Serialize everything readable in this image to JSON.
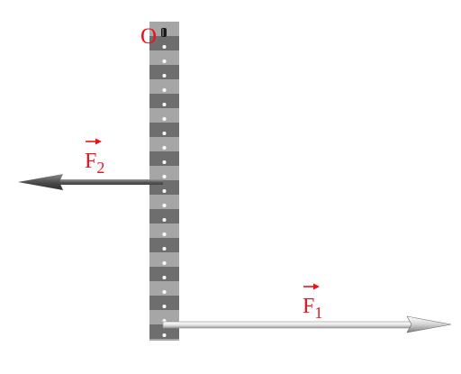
{
  "diagram": {
    "pivot_label": "O",
    "force_labels": {
      "f2": {
        "letter": "F",
        "subscript": "2"
      },
      "f1": {
        "letter": "F",
        "subscript": "1"
      }
    },
    "colors": {
      "label": "#e8141c",
      "bar_light": "#a6a6a6",
      "bar_dark": "#6e6e6e",
      "hole": "#ffffff",
      "f2_arrow": "#6d6d6d",
      "f1_arrow": "#d8d8d8"
    }
  }
}
